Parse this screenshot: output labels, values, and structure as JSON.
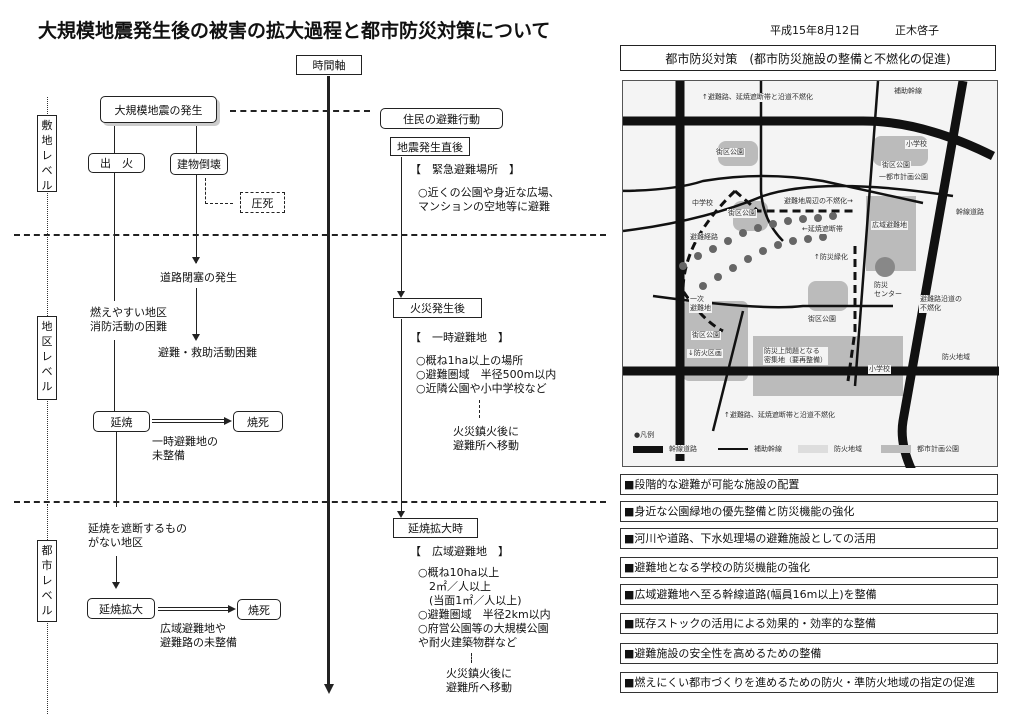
{
  "header": {
    "title": "大規模地震発生後の被害の拡大過程と都市防災対策について",
    "date": "平成15年8月12日",
    "author": "正木啓子"
  },
  "timeline": {
    "label": "時間軸"
  },
  "levels": [
    "敷地レベル",
    "地区レベル",
    "都市レベル"
  ],
  "damage": {
    "quake": "大規模地震の発生",
    "fire": "出　火",
    "collapse": "建物倒壊",
    "crush": "圧死",
    "road_block": "道路閉塞の発生",
    "flammable": "燃えやすい地区\n消防活動の困難",
    "rescue": "避難・救助活動困難",
    "spread": "延焼",
    "burn1": "焼死",
    "no_temp": "一時避難地の\n未整備",
    "no_barrier": "延焼を遮断するもの\nがない地区",
    "spread_large": "延焼拡大",
    "burn2": "焼死",
    "no_wide": "広域避難地や\n避難路の未整備"
  },
  "evacuation": {
    "title": "住民の避難行動",
    "stages": [
      {
        "label": "地震発生直後",
        "place": "【　緊急避難場所　】",
        "desc": "○近くの公園や身近な広場、\nマンションの空地等に避難"
      },
      {
        "label": "火災発生後",
        "place": "【　一時避難地　】",
        "desc": "○概ね1ha以上の場所\n○避難圏域　半径500m以内\n○近隣公園や小中学校など",
        "after": "火災鎮火後に\n避難所へ移動"
      },
      {
        "label": "延焼拡大時",
        "place": "【　広域避難地　】",
        "desc": "○概ね10ha以上\n　2㎡／人以上\n　(当面1㎡／人以上)\n○避難圏域　半径2km以内\n○府営公園等の大規模公園\nや耐火建築物群など",
        "after": "火災鎮火後に\n避難所へ移動"
      }
    ]
  },
  "measures": {
    "heading": "都市防災対策　(都市防災施設の整備と不燃化の促進)",
    "map": {
      "labels": [
        "↑避難路、延焼遮断帯と沿道不燃化",
        "補助幹線",
        "街区公園",
        "小学校",
        "街区公園",
        "一都市計画公園",
        "幹線道路",
        "中学校",
        "避難地周辺の不燃化→",
        "広域避難地",
        "街区公園",
        "←延焼遮断帯",
        "避難経路",
        "↑防災緑化",
        "一次\n避難地",
        "防災\nセンター",
        "街区公園",
        "避難路沿道の\n不燃化",
        "街区公園",
        "↓防火区画",
        "防災上問題となる\n密集地（要再整備）",
        "小学校",
        "防火地域",
        "↑避難路、延焼遮断帯と沿道不燃化"
      ],
      "legend_title": "●凡例",
      "legend": [
        "幹線道路",
        "補助幹線",
        "防火地域",
        "都市計画公園"
      ]
    },
    "items": [
      "■段階的な避難が可能な施設の配置",
      "■身近な公園緑地の優先整備と防災機能の強化",
      "■河川や道路、下水処理場の避難施設としての活用",
      "■避難地となる学校の防災機能の強化",
      "■広域避難地へ至る幹線道路(幅員16m以上)を整備",
      "■既存ストックの活用による効果的・効率的な整備",
      "■避難施設の安全性を高めるための整備",
      "■燃えにくい都市づくりを進めるための防火・準防火地域の指定の促進"
    ]
  }
}
